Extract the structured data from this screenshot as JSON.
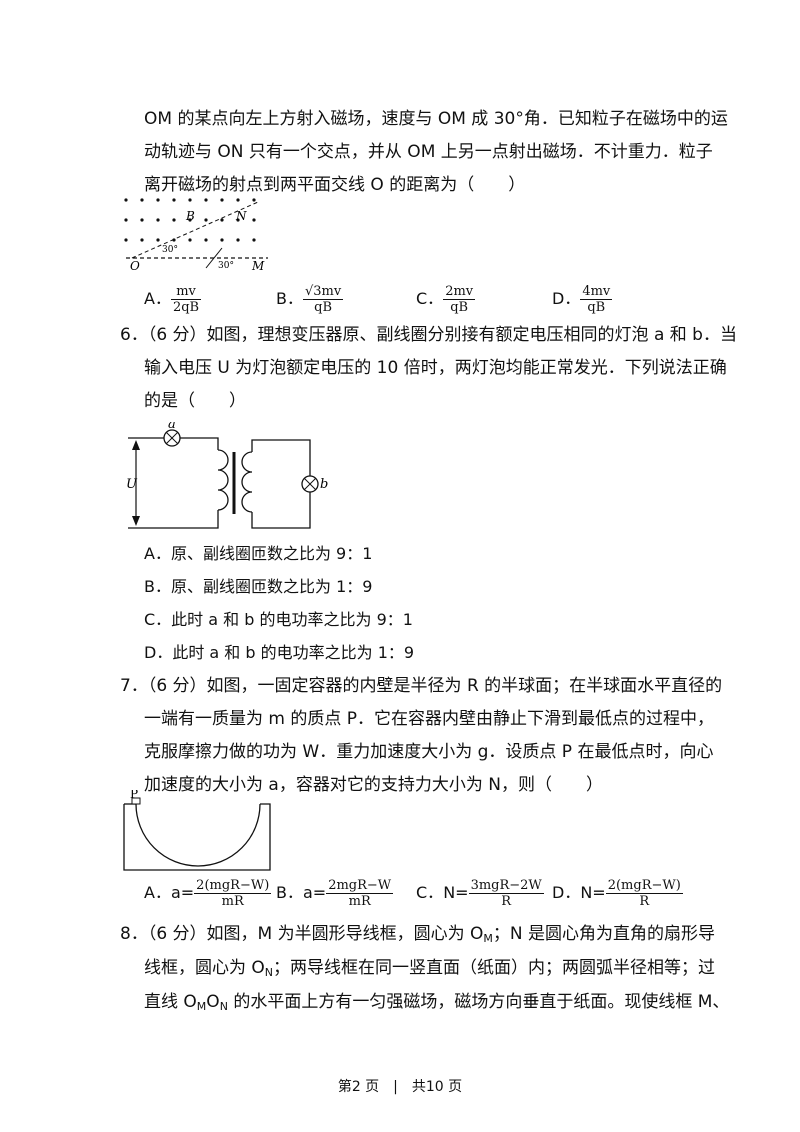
{
  "q5": {
    "lines": [
      "OM 的某点向左上方射入磁场，速度与 OM 成 30°角．已知粒子在磁场中的运",
      "动轨迹与 ON 只有一个交点，并从 OM 上另一点射出磁场．不计重力．粒子",
      "离开磁场的射点到两平面交线 O 的距离为（　　）"
    ],
    "figure": {
      "label_B": "B",
      "label_N": "N",
      "label_O": "O",
      "label_M": "M",
      "angle1": "30°",
      "angle2": "30°"
    },
    "options": [
      {
        "letter": "A．",
        "num": "mv",
        "den": "2qB"
      },
      {
        "letter": "B．",
        "num": "√3mv",
        "den": "qB"
      },
      {
        "letter": "C．",
        "num": "2mv",
        "den": "qB"
      },
      {
        "letter": "D．",
        "num": "4mv",
        "den": "qB"
      }
    ]
  },
  "q6": {
    "lines": [
      "6．（6 分）如图，理想变压器原、副线圈分别接有额定电压相同的灯泡 a 和 b．当",
      "输入电压 U 为灯泡额定电压的 10 倍时，两灯泡均能正常发光．下列说法正确",
      "的是（　　）"
    ],
    "figure": {
      "label_a": "a",
      "label_b": "b",
      "label_U": "U"
    },
    "options": [
      "A．原、副线圈匝数之比为 9：1",
      "B．原、副线圈匝数之比为 1：9",
      "C．此时 a 和 b 的电功率之比为 9：1",
      "D．此时 a 和 b 的电功率之比为 1：9"
    ]
  },
  "q7": {
    "lines": [
      "7．（6 分）如图，一固定容器的内壁是半径为 R 的半球面；在半球面水平直径的",
      "一端有一质量为 m 的质点 P．它在容器内壁由静止下滑到最低点的过程中，",
      "克服摩擦力做的功为 W．重力加速度大小为 g．设质点 P 在最低点时，向心",
      "加速度的大小为 a，容器对它的支持力大小为 N，则（　　）"
    ],
    "figure": {
      "label_P": "P"
    },
    "options": [
      {
        "letter": "A．",
        "pre": "a=",
        "num": "2(mgR−W)",
        "den": "mR"
      },
      {
        "letter": "B．",
        "pre": "a=",
        "num": "2mgR−W",
        "den": "mR"
      },
      {
        "letter": "C．",
        "pre": "N=",
        "num": "3mgR−2W",
        "den": "R"
      },
      {
        "letter": "D．",
        "pre": "N=",
        "num": "2(mgR−W)",
        "den": "R"
      }
    ]
  },
  "q8": {
    "line1": "8．（6 分）如图，M 为半圆形导线框，圆心为 O",
    "line1_sub": "M",
    "line1_tail": "；N 是圆心角为直角的扇形导",
    "line2": "线框，圆心为 O",
    "line2_sub": "N",
    "line2_tail": "；两导线框在同一竖直面（纸面）内；两圆弧半径相等；过",
    "line3_pre": "直线 O",
    "line3_sub1": "M",
    "line3_mid": "O",
    "line3_sub2": "N",
    "line3_tail": " 的水平面上方有一匀强磁场，磁场方向垂直于纸面。现使线框 M、"
  },
  "footer": "第2 页　|　共10 页"
}
